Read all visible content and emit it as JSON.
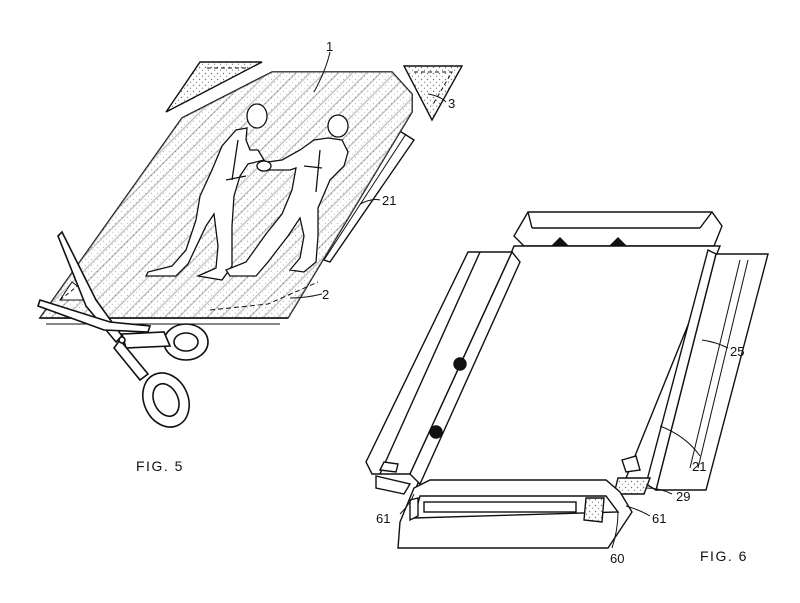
{
  "figures": [
    {
      "caption": "FIG. 5",
      "labels": [
        "1",
        "2",
        "3",
        "21"
      ]
    },
    {
      "caption": "FIG. 6",
      "labels": [
        "21",
        "25",
        "29",
        "60",
        "61",
        "61"
      ]
    }
  ],
  "colors": {
    "ink": "#111111",
    "paper": "#ffffff",
    "hatch": "#9a9a9a",
    "stipple": "#777777"
  },
  "icons": [
    "scissors-icon",
    "handshake-figure"
  ]
}
